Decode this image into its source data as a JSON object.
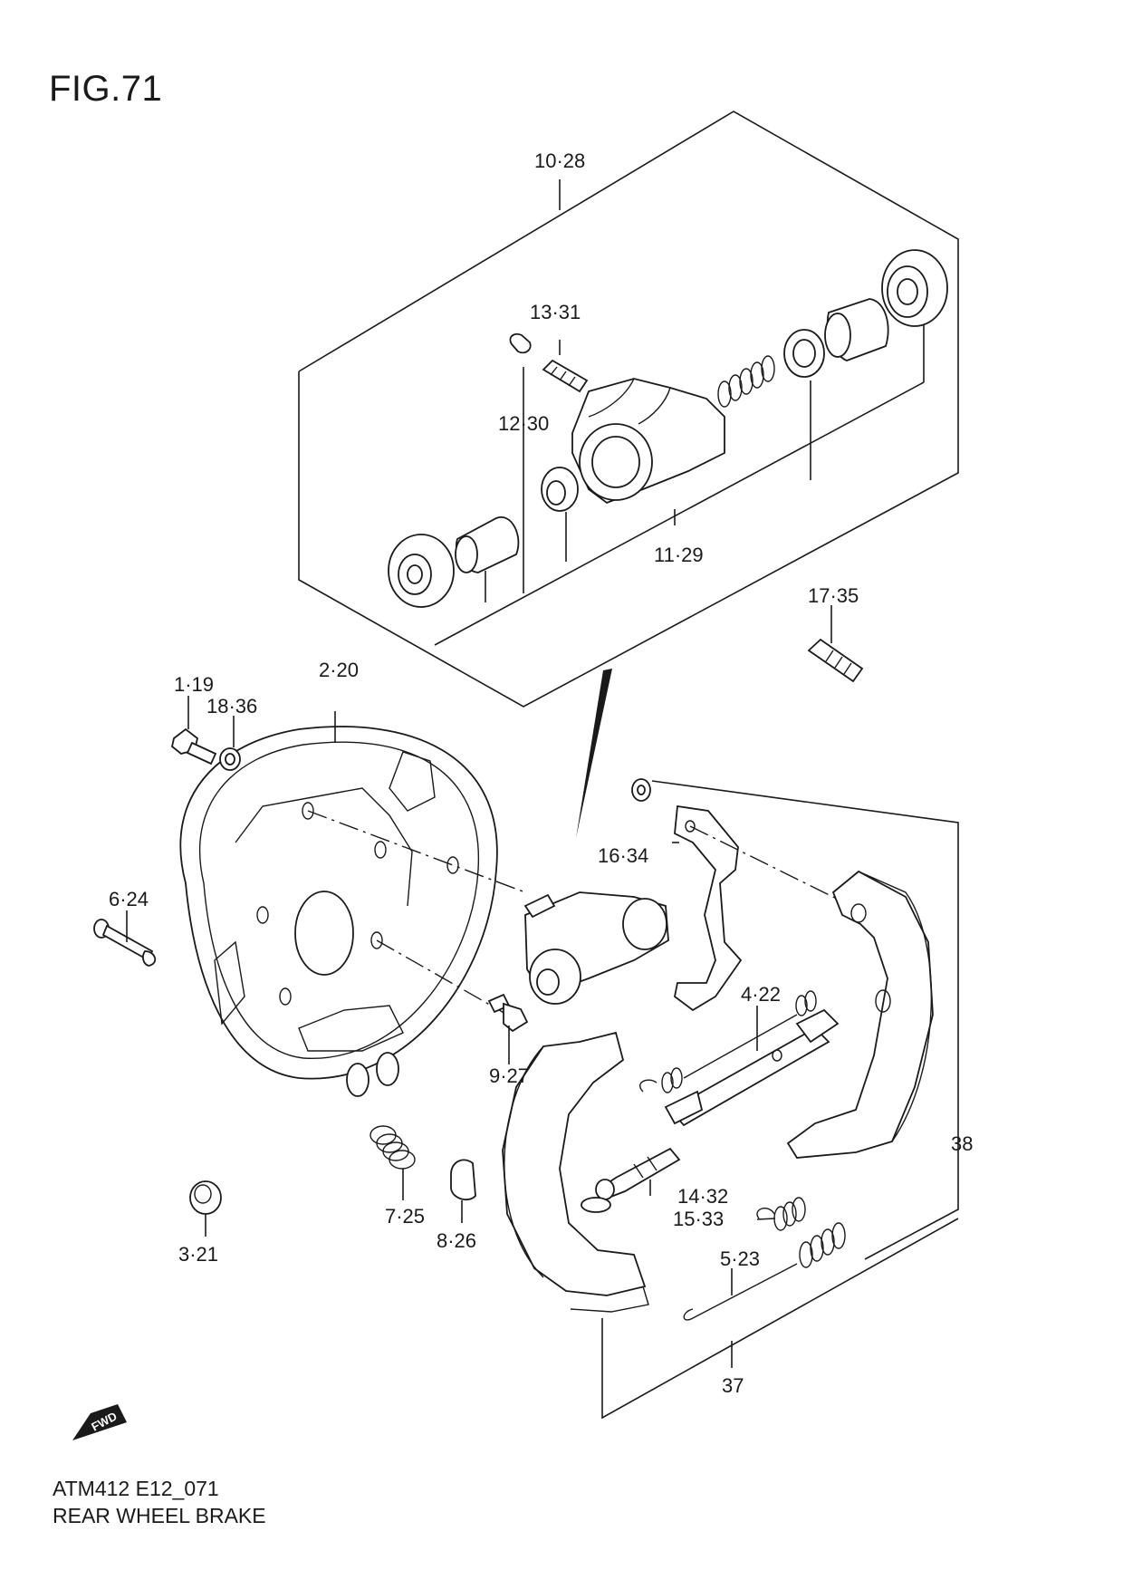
{
  "figure": {
    "number": "FIG.71"
  },
  "footer": {
    "code": "ATM412 E12_071",
    "name": "REAR WHEEL BRAKE"
  },
  "fwd_badge": "FWD",
  "callouts": [
    {
      "id": "c10",
      "text": "10·28"
    },
    {
      "id": "c13",
      "text": "13·31"
    },
    {
      "id": "c12",
      "text": "12·30"
    },
    {
      "id": "c11",
      "text": "11·29"
    },
    {
      "id": "c17",
      "text": "17·35"
    },
    {
      "id": "c2",
      "text": "2·20"
    },
    {
      "id": "c1",
      "text": "1·19"
    },
    {
      "id": "c18",
      "text": "18·36"
    },
    {
      "id": "c16",
      "text": "16·34"
    },
    {
      "id": "c6",
      "text": "6·24"
    },
    {
      "id": "c4",
      "text": "4·22"
    },
    {
      "id": "c9",
      "text": "9·27"
    },
    {
      "id": "c38",
      "text": "38"
    },
    {
      "id": "c14",
      "text": "14·32"
    },
    {
      "id": "c15",
      "text": "15·33"
    },
    {
      "id": "c7",
      "text": "7·25"
    },
    {
      "id": "c8",
      "text": "8·26"
    },
    {
      "id": "c3",
      "text": "3·21"
    },
    {
      "id": "c5",
      "text": "5·23"
    },
    {
      "id": "c37",
      "text": "37"
    }
  ]
}
